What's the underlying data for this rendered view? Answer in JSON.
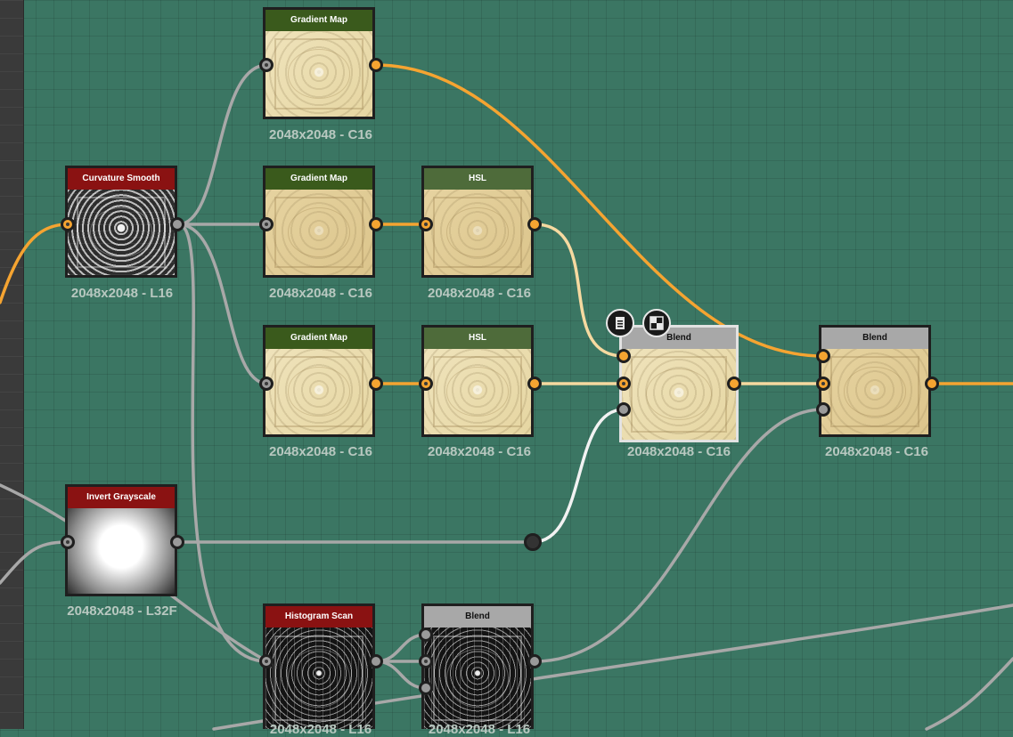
{
  "nodes": {
    "curvature": {
      "title": "Curvature Smooth",
      "res": "2048x2048 - L16"
    },
    "gmap1": {
      "title": "Gradient Map",
      "res": "2048x2048 - C16"
    },
    "gmap2": {
      "title": "Gradient Map",
      "res": "2048x2048 - C16"
    },
    "hsl1": {
      "title": "HSL",
      "res": "2048x2048 - C16"
    },
    "gmap3": {
      "title": "Gradient Map",
      "res": "2048x2048 - C16"
    },
    "hsl2": {
      "title": "HSL",
      "res": "2048x2048 - C16"
    },
    "blend1": {
      "title": "Blend",
      "res": "2048x2048 - C16"
    },
    "blend2": {
      "title": "Blend",
      "res": "2048x2048 - C16"
    },
    "invert": {
      "title": "Invert Grayscale",
      "res": "2048x2048 - L32F"
    },
    "histogram": {
      "title": "Histogram Scan",
      "res": "2048x2048 - L16"
    },
    "blend3": {
      "title": "Blend",
      "res": "2048x2048 - L16"
    }
  },
  "colors": {
    "canvas": "#3b7663",
    "wire_color": "#f5a431",
    "wire_gray": "#a8a8a8",
    "header_red": "#8a1212",
    "header_green": "#3a5a1c",
    "header_grey": "#a8a8a8"
  },
  "icons": {
    "doc": "document-list-icon",
    "checker": "checkerboard-icon"
  }
}
